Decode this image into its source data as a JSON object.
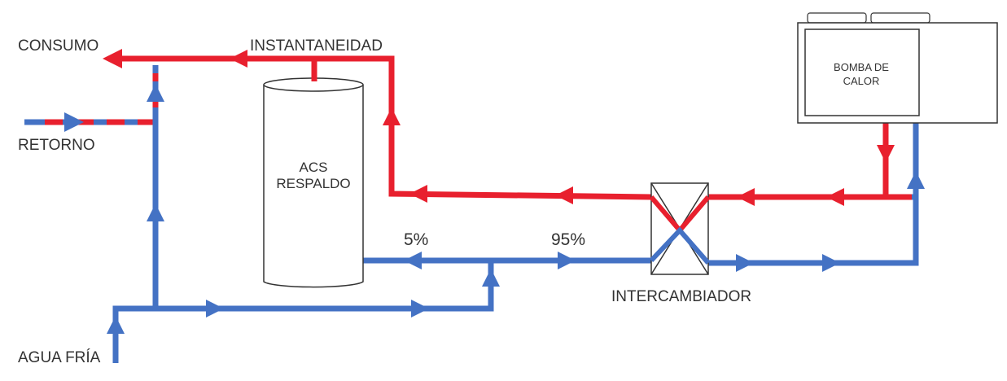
{
  "labels": {
    "consumo": "CONSUMO",
    "instantaneidad": "INSTANTANEIDAD",
    "retorno": "RETORNO",
    "agua_fria": "AGUA FRÍA",
    "tank_line1": "ACS",
    "tank_line2": "RESPALDO",
    "pct_left": "5%",
    "pct_right": "95%",
    "exchanger": "INTERCAMBIADOR",
    "pump_line1": "BOMBA DE",
    "pump_line2": "CALOR"
  },
  "colors": {
    "hot": "#e8202e",
    "cold": "#4472c4",
    "outline": "#333333"
  }
}
